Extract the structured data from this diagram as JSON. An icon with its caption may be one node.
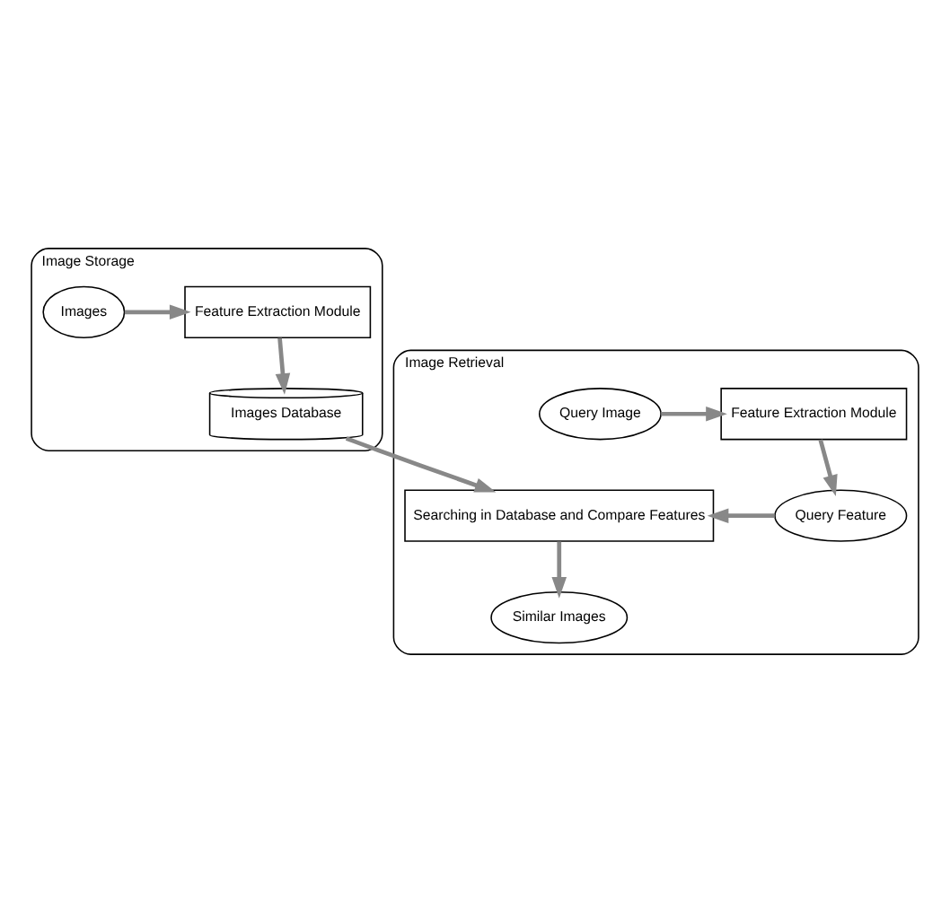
{
  "diagram": {
    "nodes": [
      {
        "text": [
          "Image Storage"
        ]
      },
      {
        "text": [
          "Images"
        ],
        "in": 0
      },
      {
        "text": [
          "Feature Extraction Module"
        ],
        "in": 0
      },
      {
        "text": [
          "Images Database"
        ],
        "in": 0
      },
      {
        "text": [
          "Image Retrieval"
        ]
      },
      {
        "text": [
          "Query Feature"
        ],
        "in": 4
      },
      {
        "text": [
          "Searching in Database and Compare Features"
        ],
        "in": 4
      },
      {
        "text": [
          "Query Image"
        ],
        "in": 4
      },
      {
        "text": [
          "Feature Extraction Module"
        ],
        "in": 4
      },
      {
        "text": [
          "Similar Images"
        ],
        "in": 4
      }
    ],
    "edges": [
      {
        "from": 1,
        "to": 2,
        "arrow": "to"
      },
      {
        "from": 2,
        "to": 3,
        "arrow": "to"
      },
      {
        "from": 3,
        "to": 6,
        "arrow": "to"
      },
      {
        "from": 5,
        "to": 6,
        "arrow": "to"
      },
      {
        "from": 8,
        "to": 5,
        "arrow": "to"
      },
      {
        "from": 7,
        "to": 8,
        "arrow": "to"
      },
      {
        "from": 6,
        "to": 9,
        "arrow": "to"
      }
    ]
  }
}
